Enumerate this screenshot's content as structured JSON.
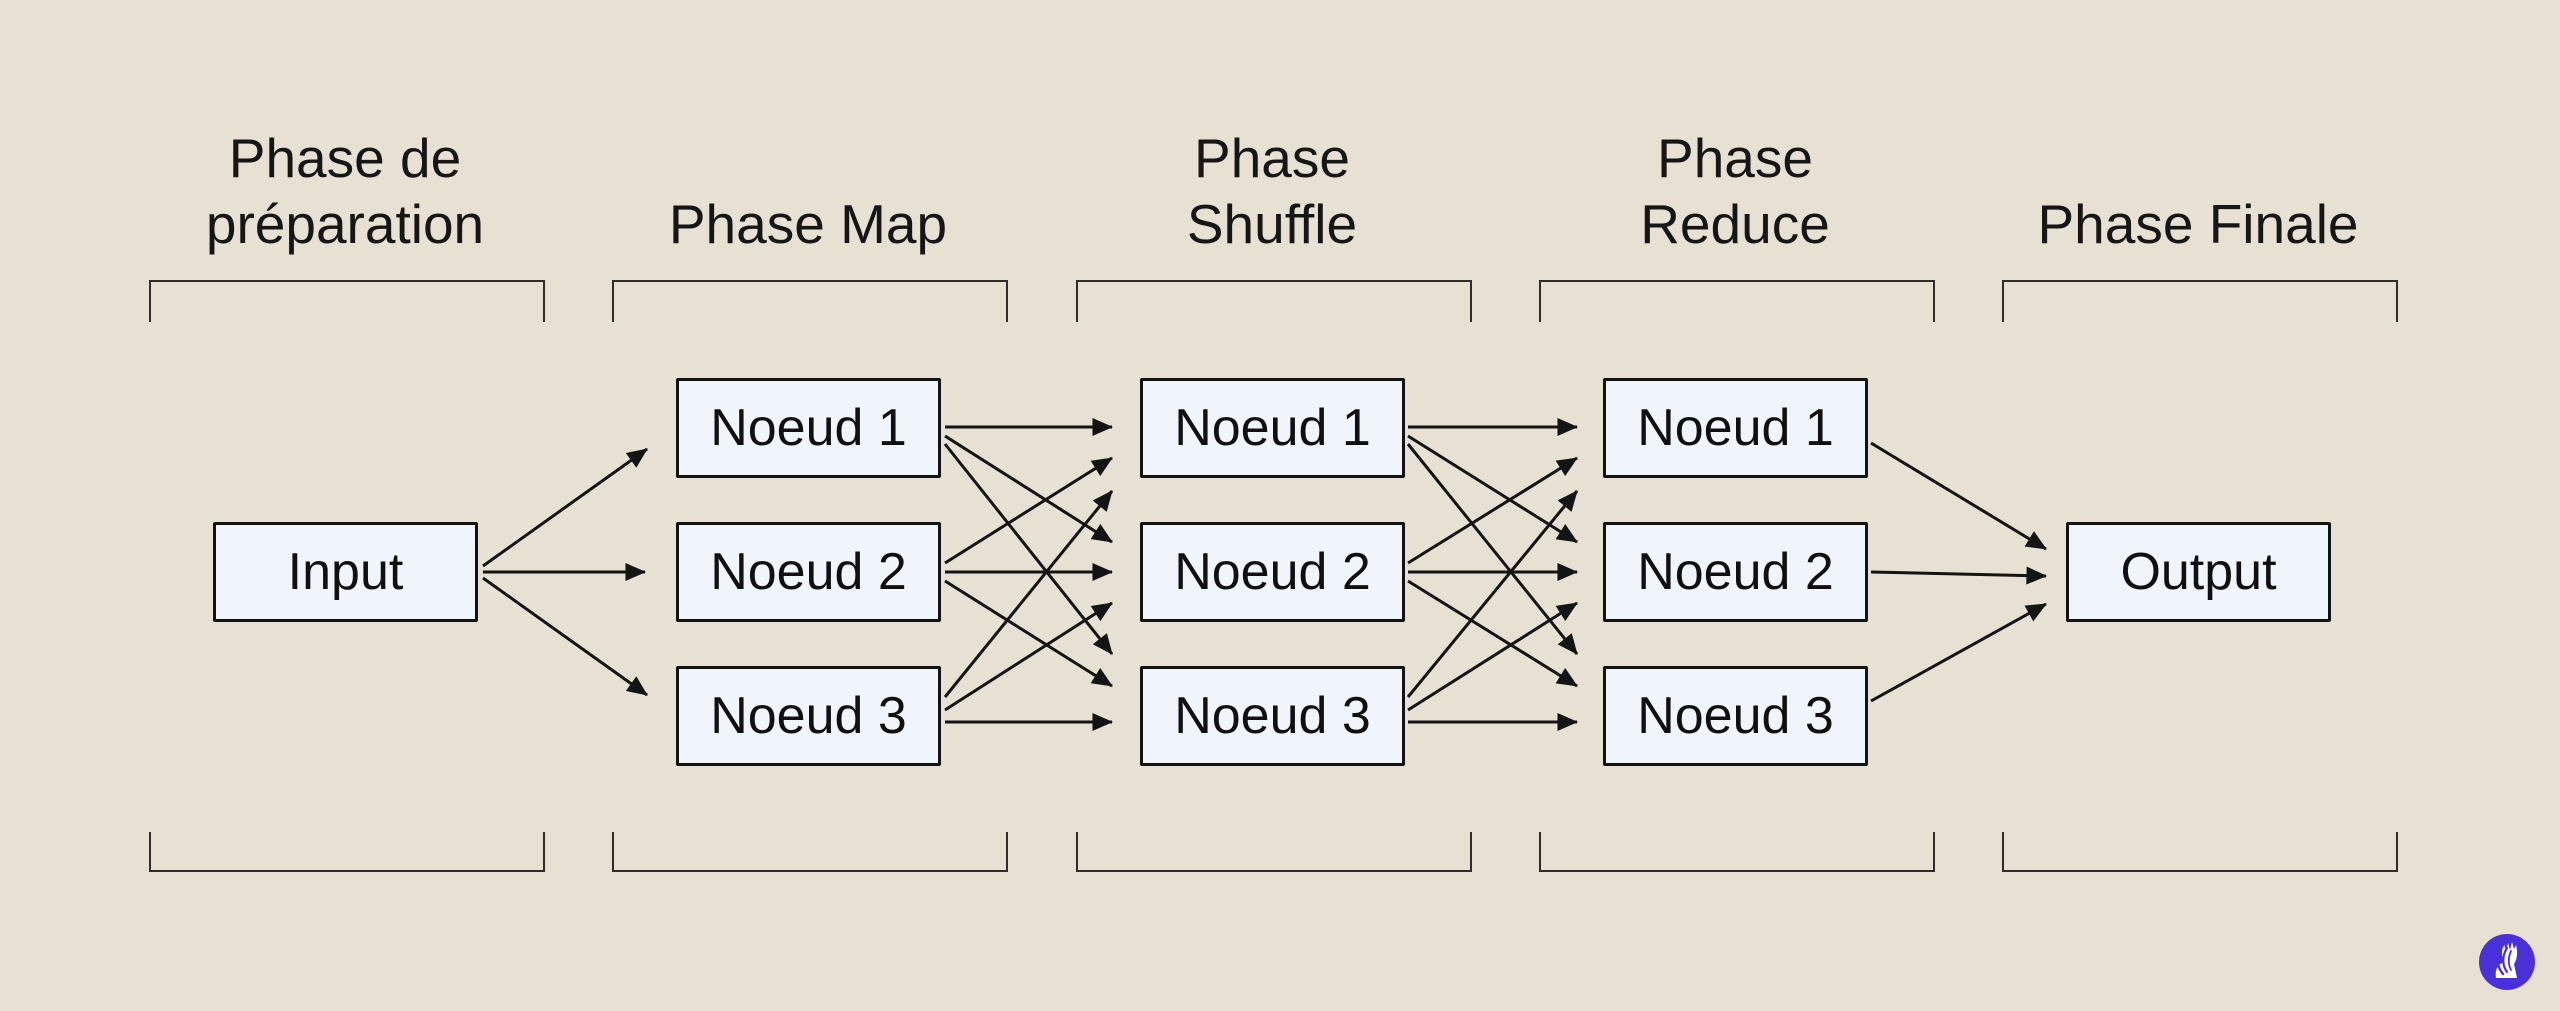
{
  "diagram": {
    "phases": [
      {
        "label": "Phase de\npréparation"
      },
      {
        "label": "Phase Map"
      },
      {
        "label": "Phase\nShuffle"
      },
      {
        "label": "Phase\nReduce"
      },
      {
        "label": "Phase Finale"
      }
    ],
    "input_label": "Input",
    "output_label": "Output",
    "map_nodes": [
      "Noeud 1",
      "Noeud 2",
      "Noeud 3"
    ],
    "shuffle_nodes": [
      "Noeud 1",
      "Noeud 2",
      "Noeud 3"
    ],
    "reduce_nodes": [
      "Noeud 1",
      "Noeud 2",
      "Noeud 3"
    ],
    "colors": {
      "background": "#e7e1d3",
      "node_fill": "#f0f5fb",
      "node_border": "#121212",
      "bracket_line": "#2f2d29",
      "arrow": "#141414",
      "text": "#141414",
      "logo_badge": "#4a30d8",
      "logo_glyph": "#ffffff"
    },
    "icons": {
      "logo": "winged-creature-badge"
    }
  }
}
